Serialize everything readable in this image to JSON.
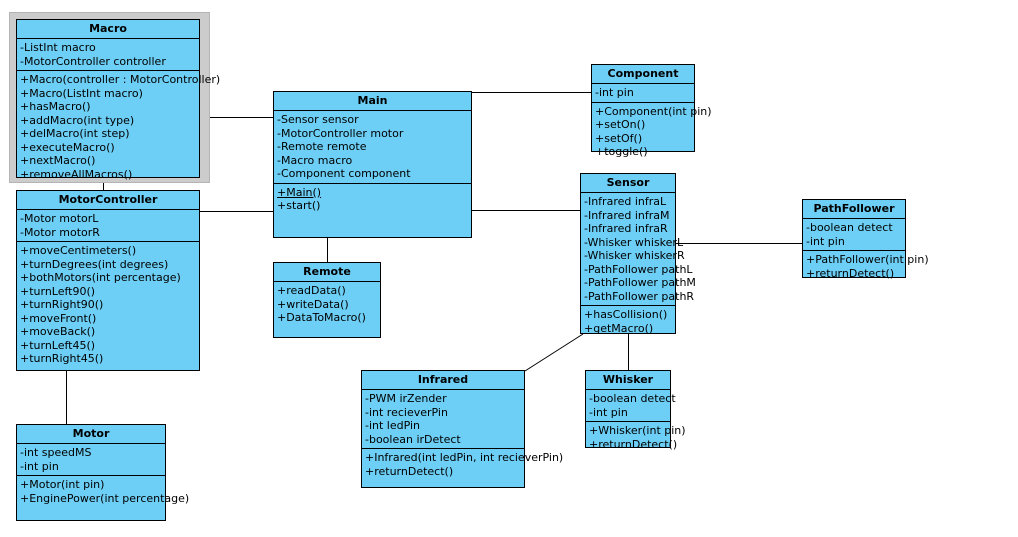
{
  "diagram": {
    "type": "uml-class-diagram",
    "background": "#ffffff",
    "class_fill": "#6DCFF6",
    "class_border": "#000000",
    "selection_color": "#cccccc",
    "line_color": "#000000"
  },
  "classes": [
    {
      "id": "macro",
      "name": "Macro",
      "selected": true,
      "attributes": [
        "-ListInt macro",
        "-MotorController controller"
      ],
      "methods": [
        "+Macro(controller : MotorController)",
        "+Macro(ListInt macro)",
        "+hasMacro()",
        "+addMacro(int type)",
        "+delMacro(int step)",
        "+executeMacro()",
        "+nextMacro()",
        "+removeAllMacros()"
      ]
    },
    {
      "id": "motorcontroller",
      "name": "MotorController",
      "selected": false,
      "attributes": [
        "-Motor motorL",
        "-Motor motorR"
      ],
      "methods": [
        "+moveCentimeters()",
        "+turnDegrees(int degrees)",
        "+bothMotors(int percentage)",
        "+turnLeft90()",
        "+turnRight90()",
        "+moveFront()",
        "+moveBack()",
        "+turnLeft45()",
        "+turnRight45()"
      ]
    },
    {
      "id": "motor",
      "name": "Motor",
      "selected": false,
      "attributes": [
        "-int speedMS",
        "-int pin"
      ],
      "methods": [
        "+Motor(int pin)",
        "+EnginePower(int percentage)"
      ]
    },
    {
      "id": "main",
      "name": "Main",
      "selected": false,
      "attributes": [
        "-Sensor sensor",
        "-MotorController motor",
        "-Remote remote",
        "-Macro macro",
        "-Component component"
      ],
      "methods": [
        "+Main()",
        "+start()"
      ],
      "static_methods": [
        "+Main()"
      ]
    },
    {
      "id": "remote",
      "name": "Remote",
      "selected": false,
      "attributes": [],
      "methods": [
        "+readData()",
        "+writeData()",
        "+DataToMacro()"
      ]
    },
    {
      "id": "component",
      "name": "Component",
      "selected": false,
      "attributes": [
        "-int pin"
      ],
      "methods": [
        "+Component(int pin)",
        "+setOn()",
        "+setOf()",
        "+toggle()"
      ]
    },
    {
      "id": "sensor",
      "name": "Sensor",
      "selected": false,
      "attributes": [
        "-Infrared infraL",
        "-Infrared infraM",
        "-Infrared infraR",
        "-Whisker whiskerL",
        "-Whisker whiskerR",
        "-PathFollower pathL",
        "-PathFollower pathM",
        "-PathFollower pathR"
      ],
      "methods": [
        "+hasCollision()",
        "+getMacro()"
      ]
    },
    {
      "id": "pathfollower",
      "name": "PathFollower",
      "selected": false,
      "attributes": [
        "-boolean detect",
        "-int pin"
      ],
      "methods": [
        "+PathFollower(int pin)",
        "+returnDetect()"
      ]
    },
    {
      "id": "infrared",
      "name": "Infrared",
      "selected": false,
      "attributes": [
        "-PWM irZender",
        "-int recieverPin",
        "-int ledPin",
        "-boolean irDetect"
      ],
      "methods": [
        "+Infrared(int ledPin, int recieverPin)",
        "+returnDetect()"
      ]
    },
    {
      "id": "whisker",
      "name": "Whisker",
      "selected": false,
      "attributes": [
        "-boolean detect",
        "-int pin"
      ],
      "methods": [
        "+Whisker(int pin)",
        "+returnDetect()"
      ]
    }
  ],
  "relationships": [
    {
      "from": "macro",
      "to": "main",
      "style": "association"
    },
    {
      "from": "macro",
      "to": "motorcontroller",
      "style": "association"
    },
    {
      "from": "motorcontroller",
      "to": "main",
      "style": "association"
    },
    {
      "from": "motorcontroller",
      "to": "motor",
      "style": "association"
    },
    {
      "from": "main",
      "to": "component",
      "style": "association"
    },
    {
      "from": "main",
      "to": "sensor",
      "style": "association"
    },
    {
      "from": "main",
      "to": "remote",
      "style": "association"
    },
    {
      "from": "sensor",
      "to": "pathfollower",
      "style": "association"
    },
    {
      "from": "sensor",
      "to": "infrared",
      "style": "association"
    },
    {
      "from": "sensor",
      "to": "whisker",
      "style": "association"
    }
  ]
}
